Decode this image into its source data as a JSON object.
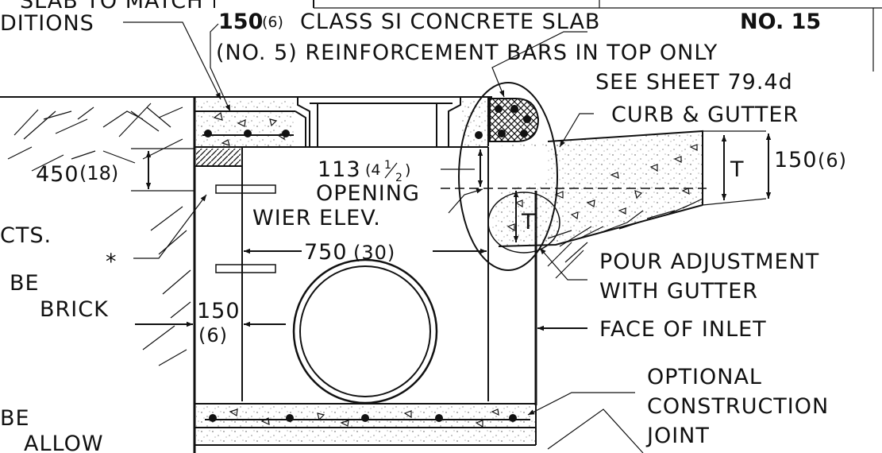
{
  "labels": {
    "slab_to_match": "SLAB TO MATCH",
    "conditions": "DITIONS",
    "slab_dim": "150",
    "slab_dim_in": "(6)",
    "slab_desc": "CLASS SI CONCRETE SLAB",
    "slab_no": "NO. 15",
    "reinforcement": "(NO. 5) REINFORCEMENT BARS IN TOP ONLY",
    "see_sheet": "SEE SHEET 79.4d",
    "curb_gutter": "CURB & GUTTER",
    "dim_450": "450",
    "dim_450_in": "(18)",
    "dim_113": "113",
    "dim_113_paren": "(4",
    "frac_top": "1",
    "frac_bottom": "2",
    "paren_close": ")",
    "opening": "OPENING",
    "wier_elev": "WIER ELEV.",
    "t_label_right": "T",
    "t_label_mid": "T",
    "dim_150_right": "150",
    "dim_150_right_in": "(6)",
    "cts": "CTS.",
    "asterisk": "*",
    "dim_750": "750",
    "dim_750_in": "(30)",
    "pour_adjustment": "POUR ADJUSTMENT",
    "with_gutter": "WITH GUTTER",
    "be": "BE",
    "brick": "BRICK",
    "dim_150_wall": "150",
    "dim_150_wall_in": "(6)",
    "face_of_inlet": "FACE OF INLET",
    "optional": "OPTIONAL",
    "construction": "CONSTRUCTION",
    "joint": "JOINT",
    "be2": "BE",
    "allow": "ALLOW"
  }
}
